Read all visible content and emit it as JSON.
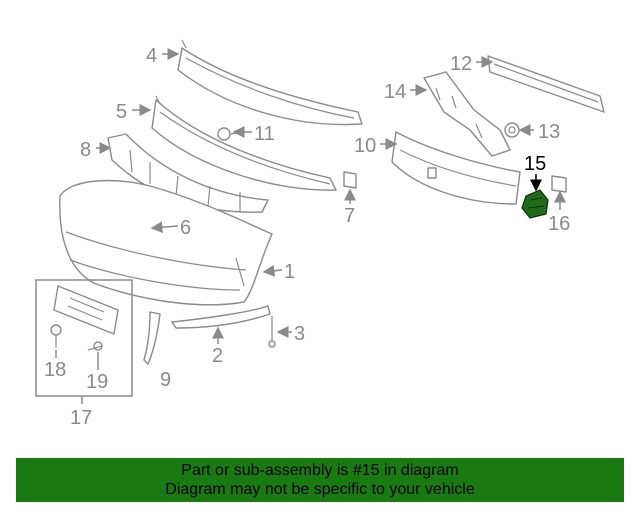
{
  "diagram": {
    "highlight_color": "#1f6b1a",
    "callouts": {
      "c1": "1",
      "c2": "2",
      "c3": "3",
      "c4": "4",
      "c5": "5",
      "c6": "6",
      "c7": "7",
      "c8": "8",
      "c9": "9",
      "c10": "10",
      "c11": "11",
      "c12": "12",
      "c13": "13",
      "c14": "14",
      "c15": "15",
      "c16": "16",
      "c17": "17",
      "c18": "18",
      "c19": "19"
    },
    "highlighted_part": "15"
  },
  "banner": {
    "line1": "Part or sub-assembly is #15 in diagram",
    "line2": "Diagram may not be specific to your vehicle",
    "background": "#1a7a12"
  }
}
